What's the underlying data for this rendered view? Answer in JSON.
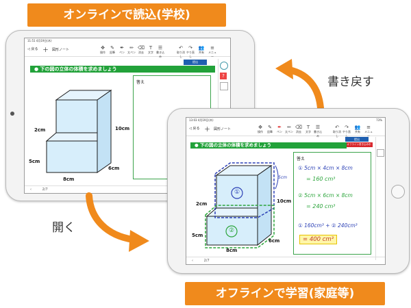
{
  "banners": {
    "top": "オンラインで読込(学校)",
    "bottom": "オフラインで学習(家庭等)"
  },
  "notes": {
    "writeback": "書き戻す",
    "open": "開く"
  },
  "back_tablet": {
    "status_left": "11:51  4月19日(木)",
    "back_label": "戻る",
    "notebook_title": "図形ノート",
    "tools": [
      "操作",
      "鉛筆",
      "ペン",
      "太ペン",
      "消去",
      "文字",
      "書き込み",
      "",
      "取り消し",
      "やり直し",
      "共有",
      "メニュー"
    ],
    "submit_label": "提出",
    "question": "下の図の立体の体積を求めましょう",
    "answer_label": "答え",
    "dims": {
      "w_top": "2cm",
      "h_right": "10cm",
      "h_left": "5cm",
      "w_bottom": "8cm",
      "d": "6cm"
    },
    "page": "2/7"
  },
  "front_tablet": {
    "status_left": "13:03  4月19日(木)",
    "status_right": "73%",
    "back_label": "戻る",
    "notebook_title": "図形ノート",
    "tools": [
      "操作",
      "鉛筆",
      "ペン",
      "太ペン",
      "消去",
      "文字",
      "書き込み",
      "",
      "取り消し",
      "やり直し",
      "共有",
      "メニュー"
    ],
    "submit_label": "提出",
    "offline_badge": "オフライン書き込み中",
    "question": "下の図の立体の体積を求めましょう",
    "answer_label": "答え",
    "dims": {
      "w_top": "2cm",
      "h_right": "10cm",
      "h_left": "5cm",
      "w_bottom": "8cm",
      "d": "6cm",
      "hw_5cm": "5cm"
    },
    "region_labels": [
      "①",
      "②"
    ],
    "work": {
      "line1": "① 5cm × 4cm × 8cm",
      "line2": "= 160 cm³",
      "line3": "② 5cm × 6cm × 8cm",
      "line4": "= 240 cm³",
      "line5": "① 160cm³ + ② 240cm³",
      "line6": "= 400 cm³"
    },
    "page": "2/7"
  }
}
